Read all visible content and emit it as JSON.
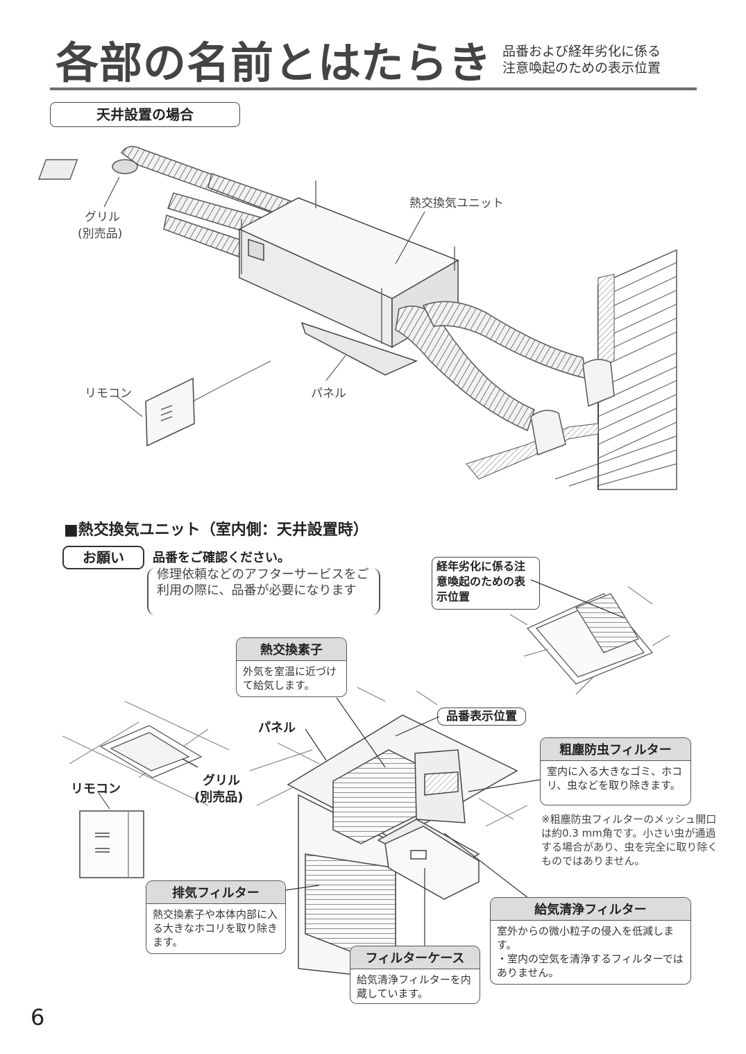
{
  "header": {
    "title": "各部の名前とはたらき",
    "subtitle_line1": "品番および経年劣化に係る",
    "subtitle_line2": "注意喚起のための表示位置"
  },
  "section": {
    "label": "天井設置の場合"
  },
  "figure1": {
    "unit": "熱交換気ユニット",
    "grill": "グリル",
    "grill_note": "(別売品)",
    "remote": "リモコン",
    "panel": "パネル"
  },
  "unit_section": {
    "heading": "■熱交換気ユニット（室内側：天井設置時）"
  },
  "request": {
    "badge": "お願い",
    "title": "品番をご確認ください。",
    "text": "修理依頼などのアフターサービスをご利用の際に、品番が必要になります"
  },
  "aging_label": "経年劣化に係る注意喚起のための表示位置",
  "figure2": {
    "panel": "パネル",
    "remote": "リモコン",
    "grill": "グリル",
    "grill_note": "(別売品)",
    "model_position": "品番表示位置"
  },
  "parts": {
    "core": {
      "title": "熱交換素子",
      "desc": "外気を室温に近づけて給気します。"
    },
    "coarse_filter": {
      "title": "粗塵防虫フィルター",
      "desc": "室内に入る大きなゴミ、ホコリ、虫などを取り除きます。"
    },
    "exhaust_filter": {
      "title": "排気フィルター",
      "desc": "熱交換素子や本体内部に入る大きなホコリを取り除きます。"
    },
    "supply_filter": {
      "title": "給気清浄フィルター",
      "desc": "室外からの微小粒子の侵入を低減します。",
      "desc2": "・室内の空気を清浄するフィルターではありません。"
    },
    "filter_case": {
      "title": "フィルターケース",
      "desc": "給気清浄フィルターを内蔵しています。"
    }
  },
  "mesh_note": "※粗塵防虫フィルターのメッシュ開口は約0.3 mm角です。小さい虫が通過する場合があり、虫を完全に取り除くものではありません。",
  "page_number": "6"
}
